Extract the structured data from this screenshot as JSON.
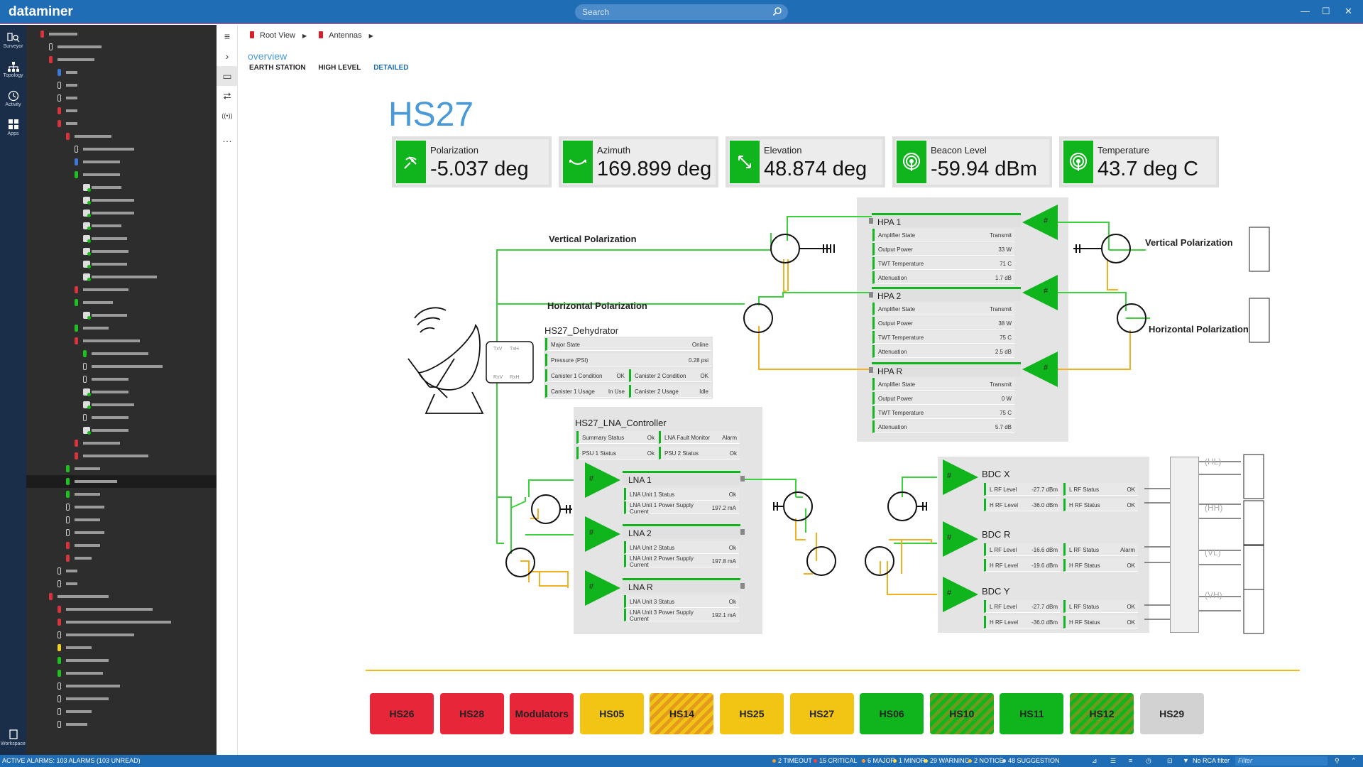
{
  "app": {
    "title": "dataminer"
  },
  "search": {
    "placeholder": "Search"
  },
  "window_controls": {
    "minimize": "—",
    "maximize": "☐",
    "close": "✕"
  },
  "leftnav": [
    {
      "label": "Surveyor",
      "icon": "surveyor-icon"
    },
    {
      "label": "Topology",
      "icon": "topology-icon"
    },
    {
      "label": "Activity",
      "icon": "activity-icon"
    },
    {
      "label": "Apps",
      "icon": "apps-icon"
    },
    {
      "label": "Workspace",
      "icon": "workspace-icon"
    }
  ],
  "tree": {
    "selected_row": 35,
    "status_colors": {
      "critical": "#d9343d",
      "major": "#e67e22",
      "warning": "#f0d020",
      "normal": "#1fc01f",
      "info": "#3b78d8",
      "none": "#cfcfcf"
    },
    "rows": [
      {
        "indent": 0,
        "status": "critical",
        "w": 40
      },
      {
        "indent": 1,
        "status": "none",
        "w": 62
      },
      {
        "indent": 1,
        "status": "critical",
        "w": 52
      },
      {
        "indent": 2,
        "status": "info",
        "w": 16
      },
      {
        "indent": 2,
        "status": "none",
        "w": 16
      },
      {
        "indent": 2,
        "status": "none",
        "w": 16
      },
      {
        "indent": 2,
        "status": "critical",
        "w": 16
      },
      {
        "indent": 2,
        "status": "critical",
        "w": 16
      },
      {
        "indent": 3,
        "status": "critical",
        "w": 52
      },
      {
        "indent": 4,
        "status": "none",
        "w": 72
      },
      {
        "indent": 4,
        "status": "info",
        "w": 52
      },
      {
        "indent": 4,
        "status": "normal",
        "w": 52
      },
      {
        "indent": 5,
        "status": "icon",
        "w": 42
      },
      {
        "indent": 5,
        "status": "icon",
        "w": 60
      },
      {
        "indent": 5,
        "status": "icon",
        "w": 60
      },
      {
        "indent": 5,
        "status": "icon",
        "w": 42
      },
      {
        "indent": 5,
        "status": "icon",
        "w": 50
      },
      {
        "indent": 5,
        "status": "icon",
        "w": 52
      },
      {
        "indent": 5,
        "status": "icon",
        "w": 50
      },
      {
        "indent": 5,
        "status": "icon",
        "w": 92
      },
      {
        "indent": 4,
        "status": "critical",
        "w": 64
      },
      {
        "indent": 4,
        "status": "normal",
        "w": 42
      },
      {
        "indent": 5,
        "status": "icon",
        "w": 50
      },
      {
        "indent": 4,
        "status": "normal",
        "w": 36
      },
      {
        "indent": 4,
        "status": "critical",
        "w": 80
      },
      {
        "indent": 5,
        "status": "normal",
        "w": 80
      },
      {
        "indent": 5,
        "status": "none",
        "w": 100
      },
      {
        "indent": 5,
        "status": "none",
        "w": 52
      },
      {
        "indent": 5,
        "status": "icon",
        "w": 52
      },
      {
        "indent": 5,
        "status": "icon",
        "w": 60
      },
      {
        "indent": 5,
        "status": "none",
        "w": 52
      },
      {
        "indent": 5,
        "status": "icon",
        "w": 52
      },
      {
        "indent": 4,
        "status": "critical",
        "w": 52
      },
      {
        "indent": 4,
        "status": "critical",
        "w": 92
      },
      {
        "indent": 3,
        "status": "normal",
        "w": 36
      },
      {
        "indent": 3,
        "status": "normal",
        "w": 60
      },
      {
        "indent": 3,
        "status": "normal",
        "w": 36
      },
      {
        "indent": 3,
        "status": "none",
        "w": 42
      },
      {
        "indent": 3,
        "status": "none",
        "w": 36
      },
      {
        "indent": 3,
        "status": "none",
        "w": 42
      },
      {
        "indent": 3,
        "status": "critical",
        "w": 36
      },
      {
        "indent": 3,
        "status": "critical",
        "w": 24
      },
      {
        "indent": 2,
        "status": "none",
        "w": 16
      },
      {
        "indent": 2,
        "status": "none",
        "w": 16
      },
      {
        "indent": 1,
        "status": "critical",
        "w": 72
      },
      {
        "indent": 2,
        "status": "critical",
        "w": 122
      },
      {
        "indent": 2,
        "status": "critical",
        "w": 148
      },
      {
        "indent": 2,
        "status": "none",
        "w": 96
      },
      {
        "indent": 2,
        "status": "warning",
        "w": 36
      },
      {
        "indent": 2,
        "status": "normal",
        "w": 60
      },
      {
        "indent": 2,
        "status": "normal",
        "w": 52
      },
      {
        "indent": 2,
        "status": "none",
        "w": 76
      },
      {
        "indent": 2,
        "status": "none",
        "w": 60
      },
      {
        "indent": 2,
        "status": "none",
        "w": 36
      },
      {
        "indent": 2,
        "status": "none",
        "w": 30
      }
    ]
  },
  "sidebar_tools": [
    "≡",
    "›",
    "▭",
    "⮂",
    "((•))",
    "…"
  ],
  "breadcrumb": [
    {
      "label": "Root View"
    },
    {
      "label": "Antennas"
    }
  ],
  "page": {
    "heading": "overview"
  },
  "tabs": [
    {
      "label": "EARTH STATION",
      "active": false
    },
    {
      "label": "HIGH LEVEL",
      "active": false
    },
    {
      "label": "DETAILED",
      "active": true
    }
  ],
  "station": {
    "name": "HS27"
  },
  "kpis": [
    {
      "label": "Polarization",
      "value": "-5.037 deg",
      "icon": "polarization-icon"
    },
    {
      "label": "Azimuth",
      "value": "169.899 deg",
      "icon": "azimuth-icon"
    },
    {
      "label": "Elevation",
      "value": "48.874 deg",
      "icon": "elevation-icon"
    },
    {
      "label": "Beacon Level",
      "value": "-59.94 dBm",
      "icon": "beacon-icon"
    },
    {
      "label": "Temperature",
      "value": "43.7 deg C",
      "icon": "temperature-icon"
    }
  ],
  "diagram": {
    "vertical_pol": "Vertical Polarization",
    "horizontal_pol": "Horizontal Polarization",
    "feed_ports": {
      "txv": "TxV",
      "txh": "TxH",
      "rxv": "RxV",
      "rxh": "RxH"
    },
    "colors": {
      "uplink": "#3cd03c",
      "downlink": "#f0b020",
      "amp": "#10b51d"
    },
    "dehydrator": {
      "title": "HS27_Dehydrator",
      "rows": [
        {
          "name": "Major State",
          "value": "Online"
        },
        {
          "name": "Pressure (PSI)",
          "value": "0.28 psi"
        }
      ],
      "pairs": [
        [
          {
            "name": "Canister 1 Condition",
            "value": "OK"
          },
          {
            "name": "Canister 2 Condition",
            "value": "OK"
          }
        ],
        [
          {
            "name": "Canister 1 Usage",
            "value": "In Use"
          },
          {
            "name": "Canister 2 Usage",
            "value": "Idle"
          }
        ]
      ]
    },
    "hpas": [
      {
        "name": "HPA 1",
        "params": [
          {
            "name": "Amplifier State",
            "value": "Transmit"
          },
          {
            "name": "Output Power",
            "value": "33 W"
          },
          {
            "name": "TWT Temperature",
            "value": "71 C"
          },
          {
            "name": "Attenuation",
            "value": "1.7 dB"
          }
        ]
      },
      {
        "name": "HPA 2",
        "params": [
          {
            "name": "Amplifier State",
            "value": "Transmit"
          },
          {
            "name": "Output Power",
            "value": "38 W"
          },
          {
            "name": "TWT Temperature",
            "value": "75 C"
          },
          {
            "name": "Attenuation",
            "value": "2.5 dB"
          }
        ]
      },
      {
        "name": "HPA R",
        "params": [
          {
            "name": "Amplifier State",
            "value": "Transmit"
          },
          {
            "name": "Output Power",
            "value": "0 W"
          },
          {
            "name": "TWT Temperature",
            "value": "75 C"
          },
          {
            "name": "Attenuation",
            "value": "5.7 dB"
          }
        ]
      }
    ],
    "amp_symbol": "#",
    "lna_controller": {
      "title": "HS27_LNA_Controller",
      "pairs": [
        [
          {
            "name": "Summary Status",
            "value": "Ok"
          },
          {
            "name": "LNA Fault Monitor",
            "value": "Alarm"
          }
        ],
        [
          {
            "name": "PSU 1 Status",
            "value": "Ok"
          },
          {
            "name": "PSU 2 Status",
            "value": "Ok"
          }
        ]
      ]
    },
    "lnas": [
      {
        "name": "LNA 1",
        "params": [
          {
            "name": "LNA Unit 1 Status",
            "value": "Ok"
          },
          {
            "name": "LNA Unit 1 Power Supply Current",
            "value": "197.2 mA"
          }
        ]
      },
      {
        "name": "LNA 2",
        "params": [
          {
            "name": "LNA Unit 2 Status",
            "value": "Ok"
          },
          {
            "name": "LNA Unit 2 Power Supply Current",
            "value": "197.8 mA"
          }
        ]
      },
      {
        "name": "LNA R",
        "params": [
          {
            "name": "LNA Unit 3 Status",
            "value": "Ok"
          },
          {
            "name": "LNA Unit 3 Power Supply Current",
            "value": "192.1 mA"
          }
        ]
      }
    ],
    "bdcs": [
      {
        "name": "BDC X",
        "rows": [
          [
            {
              "name": "L RF Level",
              "value": "-27.7 dBm"
            },
            {
              "name": "L RF Status",
              "value": "OK"
            }
          ],
          [
            {
              "name": "H RF Level",
              "value": "-36.0 dBm"
            },
            {
              "name": "H RF Status",
              "value": "OK"
            }
          ]
        ]
      },
      {
        "name": "BDC R",
        "rows": [
          [
            {
              "name": "L RF Level",
              "value": "-16.6 dBm"
            },
            {
              "name": "L RF Status",
              "value": "Alarm"
            }
          ],
          [
            {
              "name": "H RF Level",
              "value": "-19.6 dBm"
            },
            {
              "name": "H RF Status",
              "value": "OK"
            }
          ]
        ]
      },
      {
        "name": "BDC Y",
        "rows": [
          [
            {
              "name": "L RF Level",
              "value": "-27.7 dBm"
            },
            {
              "name": "L RF Status",
              "value": "OK"
            }
          ],
          [
            {
              "name": "H RF Level",
              "value": "-36.0 dBm"
            },
            {
              "name": "H RF Status",
              "value": "OK"
            }
          ]
        ]
      }
    ],
    "bands": [
      "(HL)",
      "(HH)",
      "(VL)",
      "(VH)"
    ]
  },
  "stations": [
    {
      "label": "HS26",
      "state": "red"
    },
    {
      "label": "HS28",
      "state": "red"
    },
    {
      "label": "Modulators",
      "state": "red"
    },
    {
      "label": "HS05",
      "state": "yellow"
    },
    {
      "label": "HS14",
      "state": "yhatch"
    },
    {
      "label": "HS25",
      "state": "yellow"
    },
    {
      "label": "HS27",
      "state": "yellow"
    },
    {
      "label": "HS06",
      "state": "green"
    },
    {
      "label": "HS10",
      "state": "ghatch"
    },
    {
      "label": "HS11",
      "state": "green"
    },
    {
      "label": "HS12",
      "state": "ghatch"
    },
    {
      "label": "HS29",
      "state": "grey"
    }
  ],
  "statusbar": {
    "active_alarms": "ACTIVE ALARMS: 103 ALARMS (103 UNREAD)",
    "counters": [
      {
        "label": "2 TIMEOUT",
        "color": "#f0a030"
      },
      {
        "label": "15 CRITICAL",
        "color": "#ff4040"
      },
      {
        "label": "6 MAJOR",
        "color": "#ff9a30"
      },
      {
        "label": "1 MINOR",
        "color": "#ffe040"
      },
      {
        "label": "29 WARNING",
        "color": "#ffe040"
      },
      {
        "label": "2 NOTICE",
        "color": "#f0c040"
      },
      {
        "label": "48 SUGGESTION",
        "color": "#e0e0e0"
      }
    ],
    "rca_filter": "No RCA filter",
    "filter_placeholder": "Filter"
  }
}
